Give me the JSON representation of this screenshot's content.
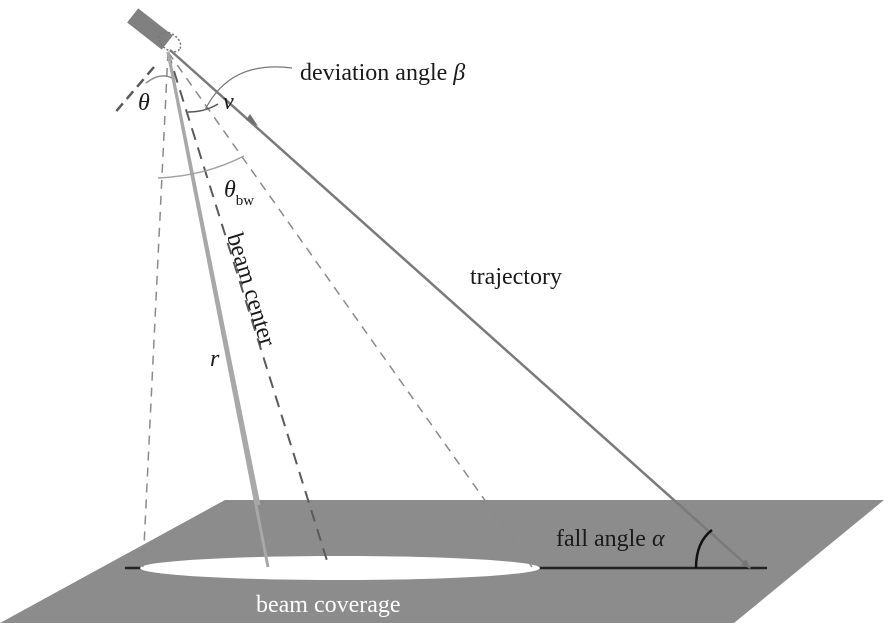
{
  "labels": {
    "deviation_angle": "deviation angle ",
    "beta_symbol": "β",
    "velocity_symbol": "v",
    "theta_symbol": "θ",
    "theta_bw_symbol": "θ",
    "theta_bw_subscript": "bw",
    "trajectory": "trajectory",
    "beam_center": "beam center",
    "range_symbol": "r",
    "fall_angle": "fall angle ",
    "alpha_symbol": "α",
    "beam_coverage": "beam coverage"
  },
  "colors": {
    "ground_plane": "#8c8c8c",
    "coverage_ellipse": "#ffffff",
    "beam_line": "#a8a8a8",
    "dashed_line": "#8a8a8a",
    "trajectory_line": "#7a7a7a",
    "text": "#1a1a1a",
    "beam_coverage_text": "#ffffff"
  }
}
